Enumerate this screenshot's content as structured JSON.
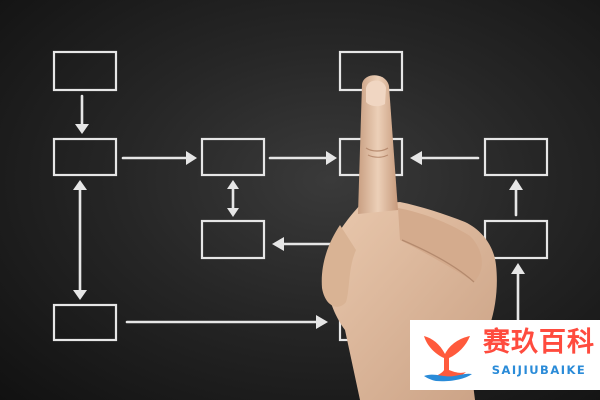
{
  "scene": {
    "description_items": [
      "flowchart-boxes",
      "arrows",
      "pointing-hand"
    ]
  },
  "watermark": {
    "title": "赛玖百科",
    "subtitle": "SAIJIUBAIKE",
    "title_color": "#ff4b3e",
    "subtitle_color": "#2a8bd8"
  }
}
